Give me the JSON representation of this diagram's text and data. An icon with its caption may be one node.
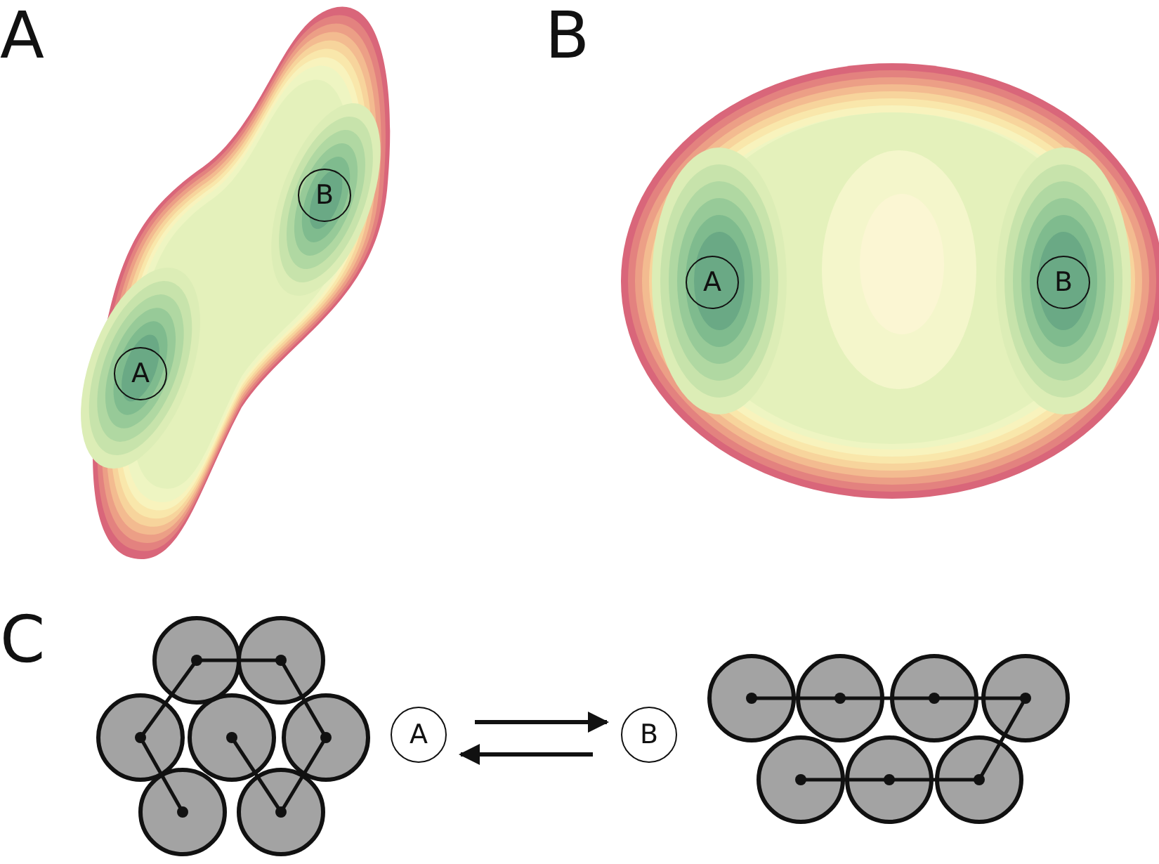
{
  "diagram": {
    "nodes": [
      {
        "text": [
          "B"
        ]
      },
      {
        "text": [
          "A"
        ]
      },
      {
        "text": [
          "A"
        ]
      },
      {
        "text": [
          "B"
        ]
      },
      {
        "text": [
          "A"
        ]
      },
      {
        "text": [
          "B"
        ]
      }
    ],
    "edges": [
      {
        "from": 4,
        "to": 5,
        "arrow": "to"
      },
      {
        "from": 5,
        "to": 4,
        "arrow": "to"
      }
    ],
    "labels": [
      "A",
      "B",
      "C"
    ]
  }
}
